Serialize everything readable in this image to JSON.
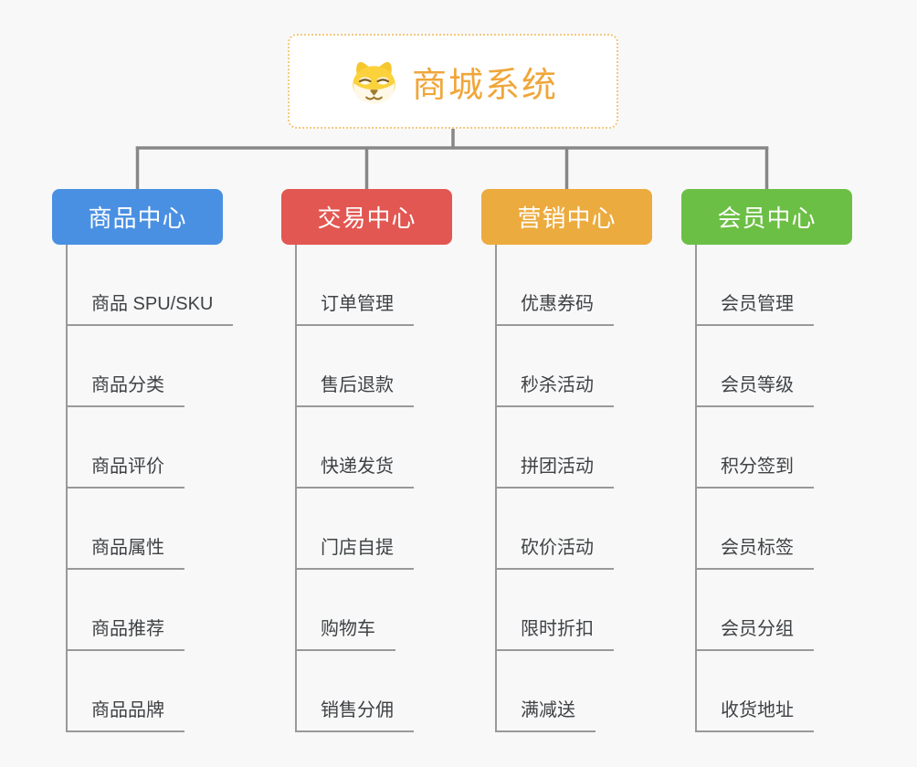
{
  "root": {
    "title": "商城系统",
    "icon": "doge-icon",
    "title_color": "#f0a63a",
    "border_color": "#f3c87f",
    "background": "#ffffff"
  },
  "branches": [
    {
      "name": "product-center",
      "label": "商品中心",
      "color": "#4a90e2",
      "children": [
        "商品 SPU/SKU",
        "商品分类",
        "商品评价",
        "商品属性",
        "商品推荐",
        "商品品牌"
      ]
    },
    {
      "name": "trade-center",
      "label": "交易中心",
      "color": "#e25752",
      "children": [
        "订单管理",
        "售后退款",
        "快递发货",
        "门店自提",
        "购物车",
        "销售分佣"
      ]
    },
    {
      "name": "marketing-center",
      "label": "营销中心",
      "color": "#ecab3e",
      "children": [
        "优惠券码",
        "秒杀活动",
        "拼团活动",
        "砍价活动",
        "限时折扣",
        "满减送"
      ]
    },
    {
      "name": "member-center",
      "label": "会员中心",
      "color": "#6bbf44",
      "children": [
        "会员管理",
        "会员等级",
        "积分签到",
        "会员标签",
        "会员分组",
        "收货地址"
      ]
    }
  ],
  "colors": {
    "canvas_background": "#f8f8f8",
    "connector": "#878787",
    "child_line": "#999999",
    "child_text": "#3f4245"
  }
}
